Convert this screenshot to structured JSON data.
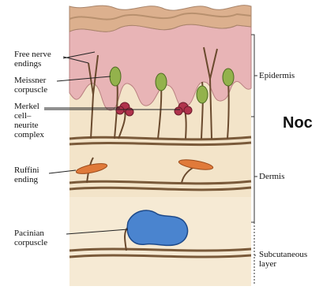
{
  "labels": {
    "free_nerve_endings": "Free nerve\nendings",
    "meissner_corpuscle": "Meissner\ncorpuscle",
    "merkel_complex": "Merkel\ncell–\nneurite\ncomplex",
    "ruffini_ending": "Ruffini\nending",
    "pacinian_corpuscle": "Pacinian\ncorpuscle",
    "epidermis": "Epidermis",
    "dermis": "Dermis",
    "subcutaneous_layer": "Subcutaneous\nlayer"
  },
  "overlay_text": "Noc",
  "colors": {
    "skin_top": "#dcb08c",
    "epidermis": "#e6b2b4",
    "dermis": "#f2e2c6",
    "fiber": "#7a5a3a",
    "meissner": "#8fb04a",
    "merkel": "#b0324c",
    "ruffini": "#e07a3a",
    "pacinian": "#3f7fcf"
  }
}
